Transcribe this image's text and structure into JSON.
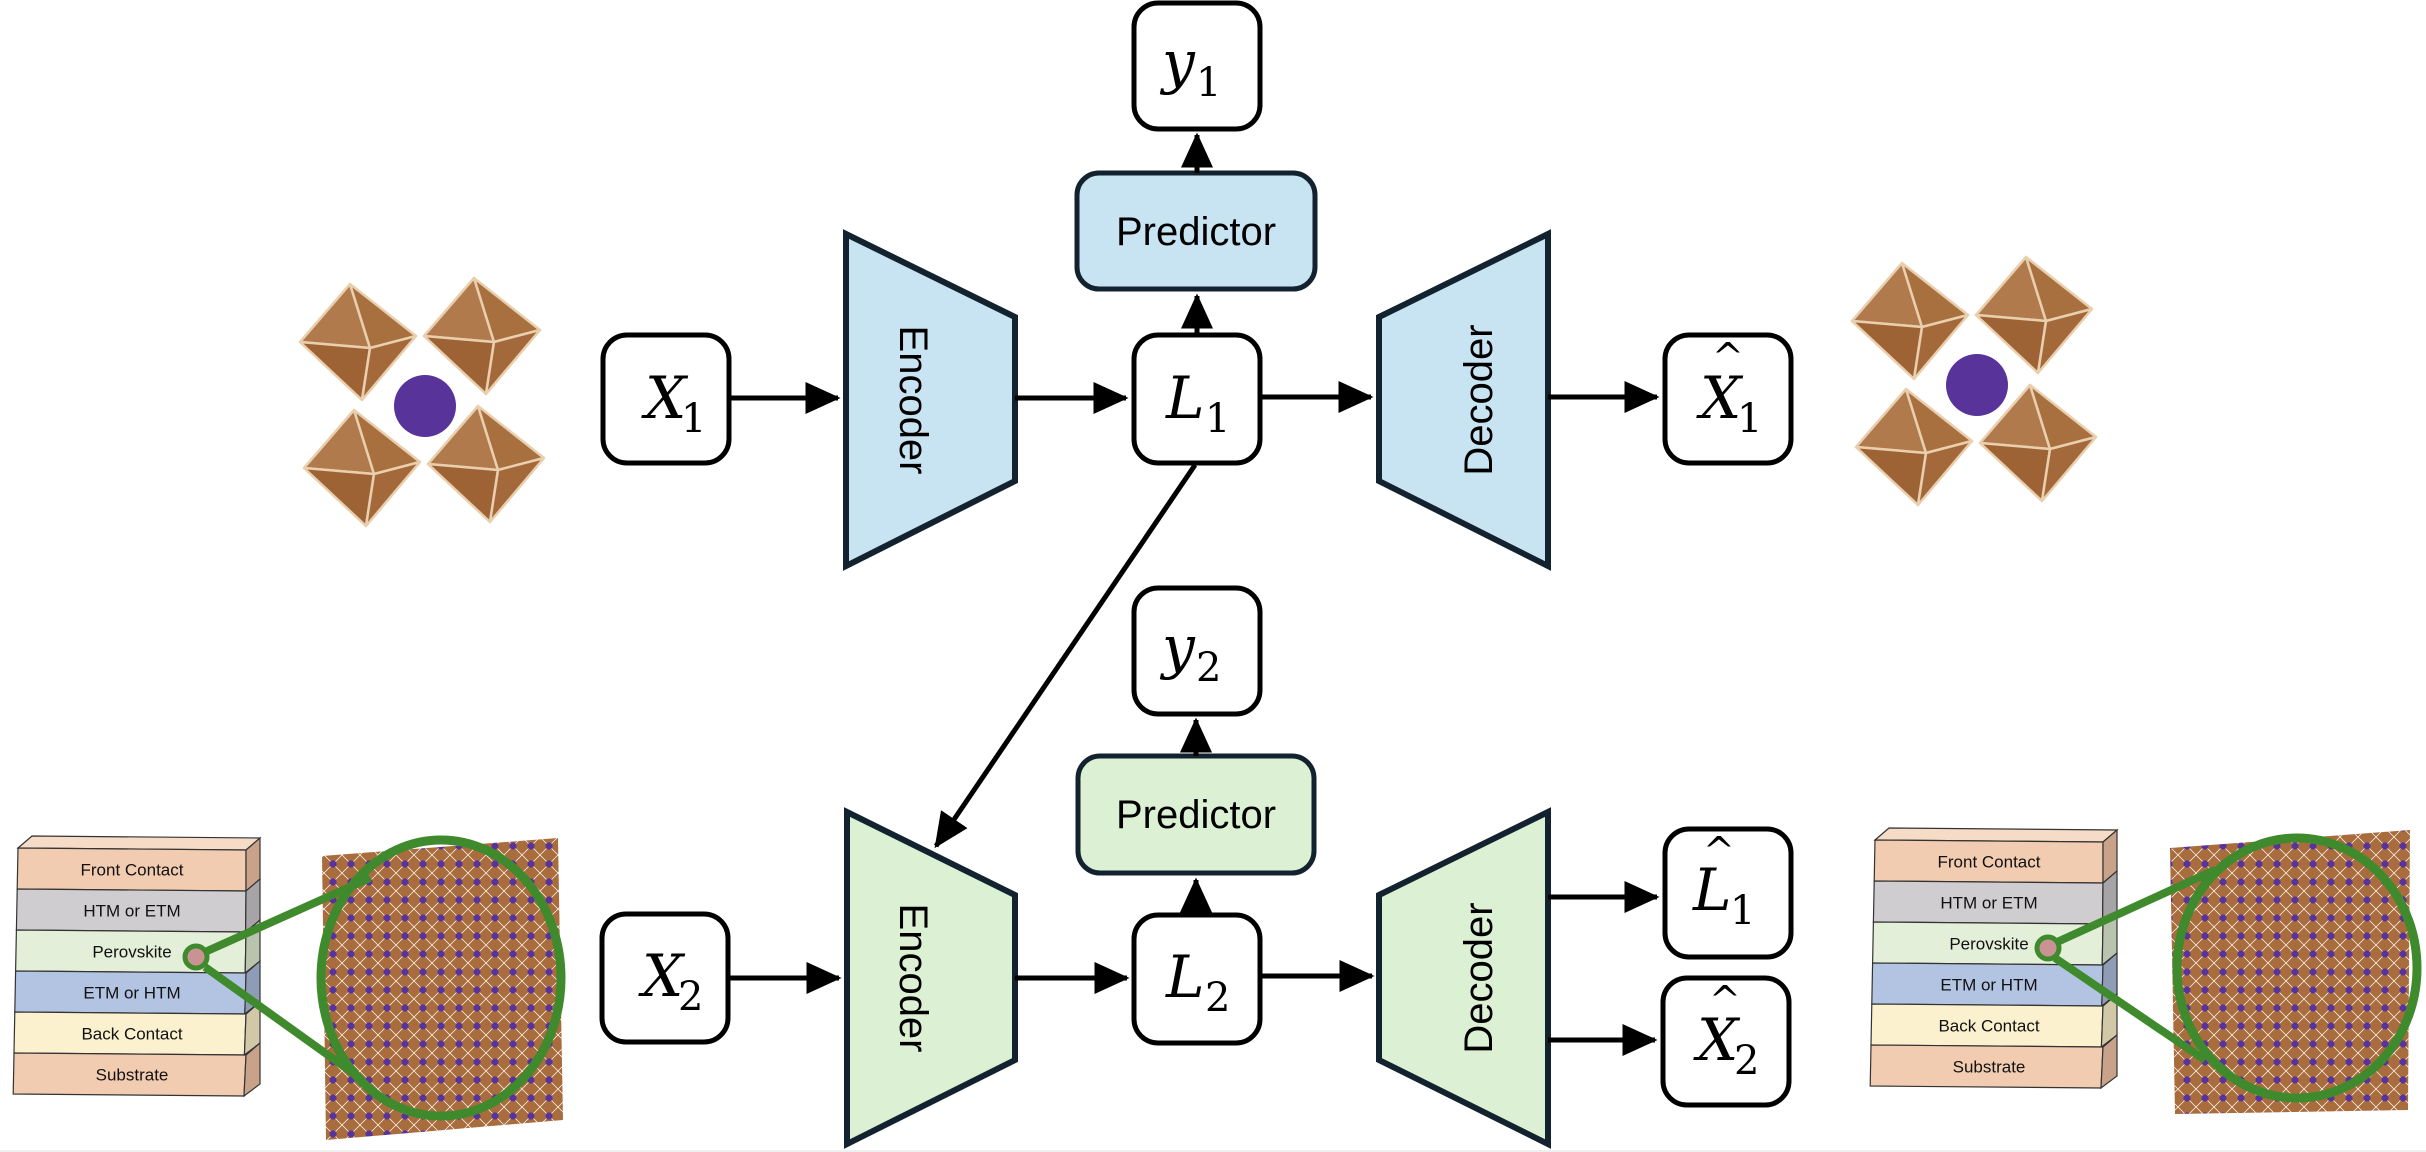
{
  "diagram": {
    "title": "Coupled autoencoder: perovskite crystal to solar-cell device",
    "colors": {
      "upper_branch_fill": "#c8e3f1",
      "lower_branch_fill": "#dcf0d4",
      "outline": "#13222f",
      "octahedron": "#a96c3d",
      "a_site_cation": "#58339a",
      "magnifier": "#3f8a2c"
    },
    "upper": {
      "input": {
        "symbol": "X",
        "sub": "1",
        "hat": false
      },
      "encoder_label": "Encoder",
      "latent": {
        "symbol": "L",
        "sub": "1",
        "hat": false
      },
      "predictor_label": "Predictor",
      "target": {
        "symbol": "y",
        "sub": "1",
        "hat": false
      },
      "decoder_label": "Decoder",
      "reconstruction": {
        "symbol": "X",
        "sub": "1",
        "hat": true
      },
      "input_image": "perovskite-crystal-structure",
      "output_image": "perovskite-crystal-structure"
    },
    "lower": {
      "input": {
        "symbol": "X",
        "sub": "2",
        "hat": false
      },
      "encoder_label": "Encoder",
      "latent": {
        "symbol": "L",
        "sub": "2",
        "hat": false
      },
      "predictor_label": "Predictor",
      "target": {
        "symbol": "y",
        "sub": "2",
        "hat": false
      },
      "decoder_label": "Decoder",
      "reconstruction_latent": {
        "symbol": "L",
        "sub": "1",
        "hat": true
      },
      "reconstruction": {
        "symbol": "X",
        "sub": "2",
        "hat": true
      },
      "input_image": "solar-cell-device-stack",
      "output_image": "solar-cell-device-stack"
    },
    "device_stack_layers": [
      {
        "label": "Front Contact",
        "color": "#f2ccb0",
        "side": "#c9a389"
      },
      {
        "label": "HTM or ETM",
        "color": "#cfcdcf",
        "side": "#a6a4a6"
      },
      {
        "label": "Perovskite",
        "color": "#e3efd9",
        "side": "#b9c4ae"
      },
      {
        "label": "ETM or HTM",
        "color": "#b3c4e2",
        "side": "#8e9cb6"
      },
      {
        "label": "Back Contact",
        "color": "#fcf1cf",
        "side": "#d2c8a7"
      },
      {
        "label": "Substrate",
        "color": "#f2ccb0",
        "side": "#c9a389"
      }
    ],
    "connections": [
      "X1 -> Encoder1",
      "Encoder1 -> L1",
      "L1 -> Predictor1",
      "Predictor1 -> y1",
      "L1 -> Decoder1",
      "Decoder1 -> X1hat",
      "L1 -> Encoder2",
      "X2 -> Encoder2",
      "Encoder2 -> L2",
      "L2 -> Predictor2",
      "Predictor2 -> y2",
      "L2 -> Decoder2",
      "Decoder2 -> L1hat",
      "Decoder2 -> X2hat"
    ]
  }
}
